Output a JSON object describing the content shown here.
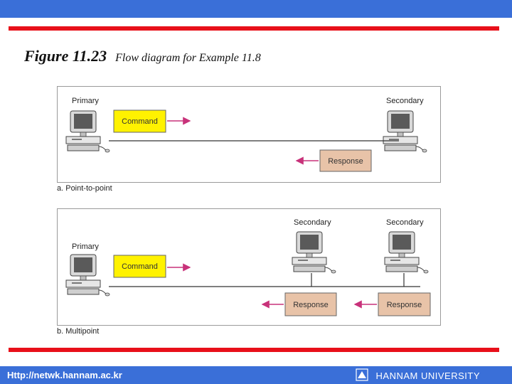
{
  "slide": {
    "figure_label": "Figure 11.23",
    "caption": "Flow diagram for Example 11.8",
    "footer_url": "Http://netwk.hannam.ac.kr",
    "footer_university": "HANNAM UNIVERSITY"
  },
  "panels": {
    "a": {
      "label": "a. Point-to-point",
      "primary_label": "Primary",
      "secondary_label": "Secondary",
      "command_label": "Command",
      "response_label": "Response"
    },
    "b": {
      "label": "b. Multipoint",
      "primary_label": "Primary",
      "secondary1_label": "Secondary",
      "secondary2_label": "Secondary",
      "command_label": "Command",
      "response1_label": "Response",
      "response2_label": "Response"
    }
  },
  "colors": {
    "top_bar": "#3a6fd8",
    "red_rule": "#e8101a",
    "command_box": "#fff200",
    "response_box": "#e8c3a8",
    "arrow": "#c8327a"
  }
}
